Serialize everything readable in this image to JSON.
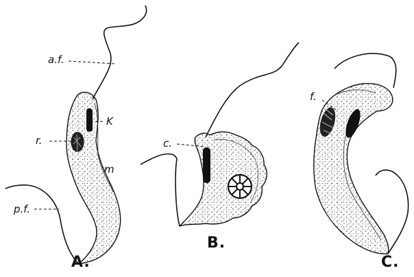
{
  "figure": {
    "panels": [
      {
        "id": "A",
        "caption": "A.",
        "labels": [
          "a.f.",
          "K",
          "r.",
          "m",
          "p.f."
        ]
      },
      {
        "id": "B",
        "caption": "B.",
        "labels": [
          "c."
        ]
      },
      {
        "id": "C",
        "caption": "C.",
        "labels": [
          "f."
        ]
      }
    ]
  },
  "colors": {
    "ink": "#111111",
    "stipple": "#555555",
    "background": "#ffffff"
  }
}
